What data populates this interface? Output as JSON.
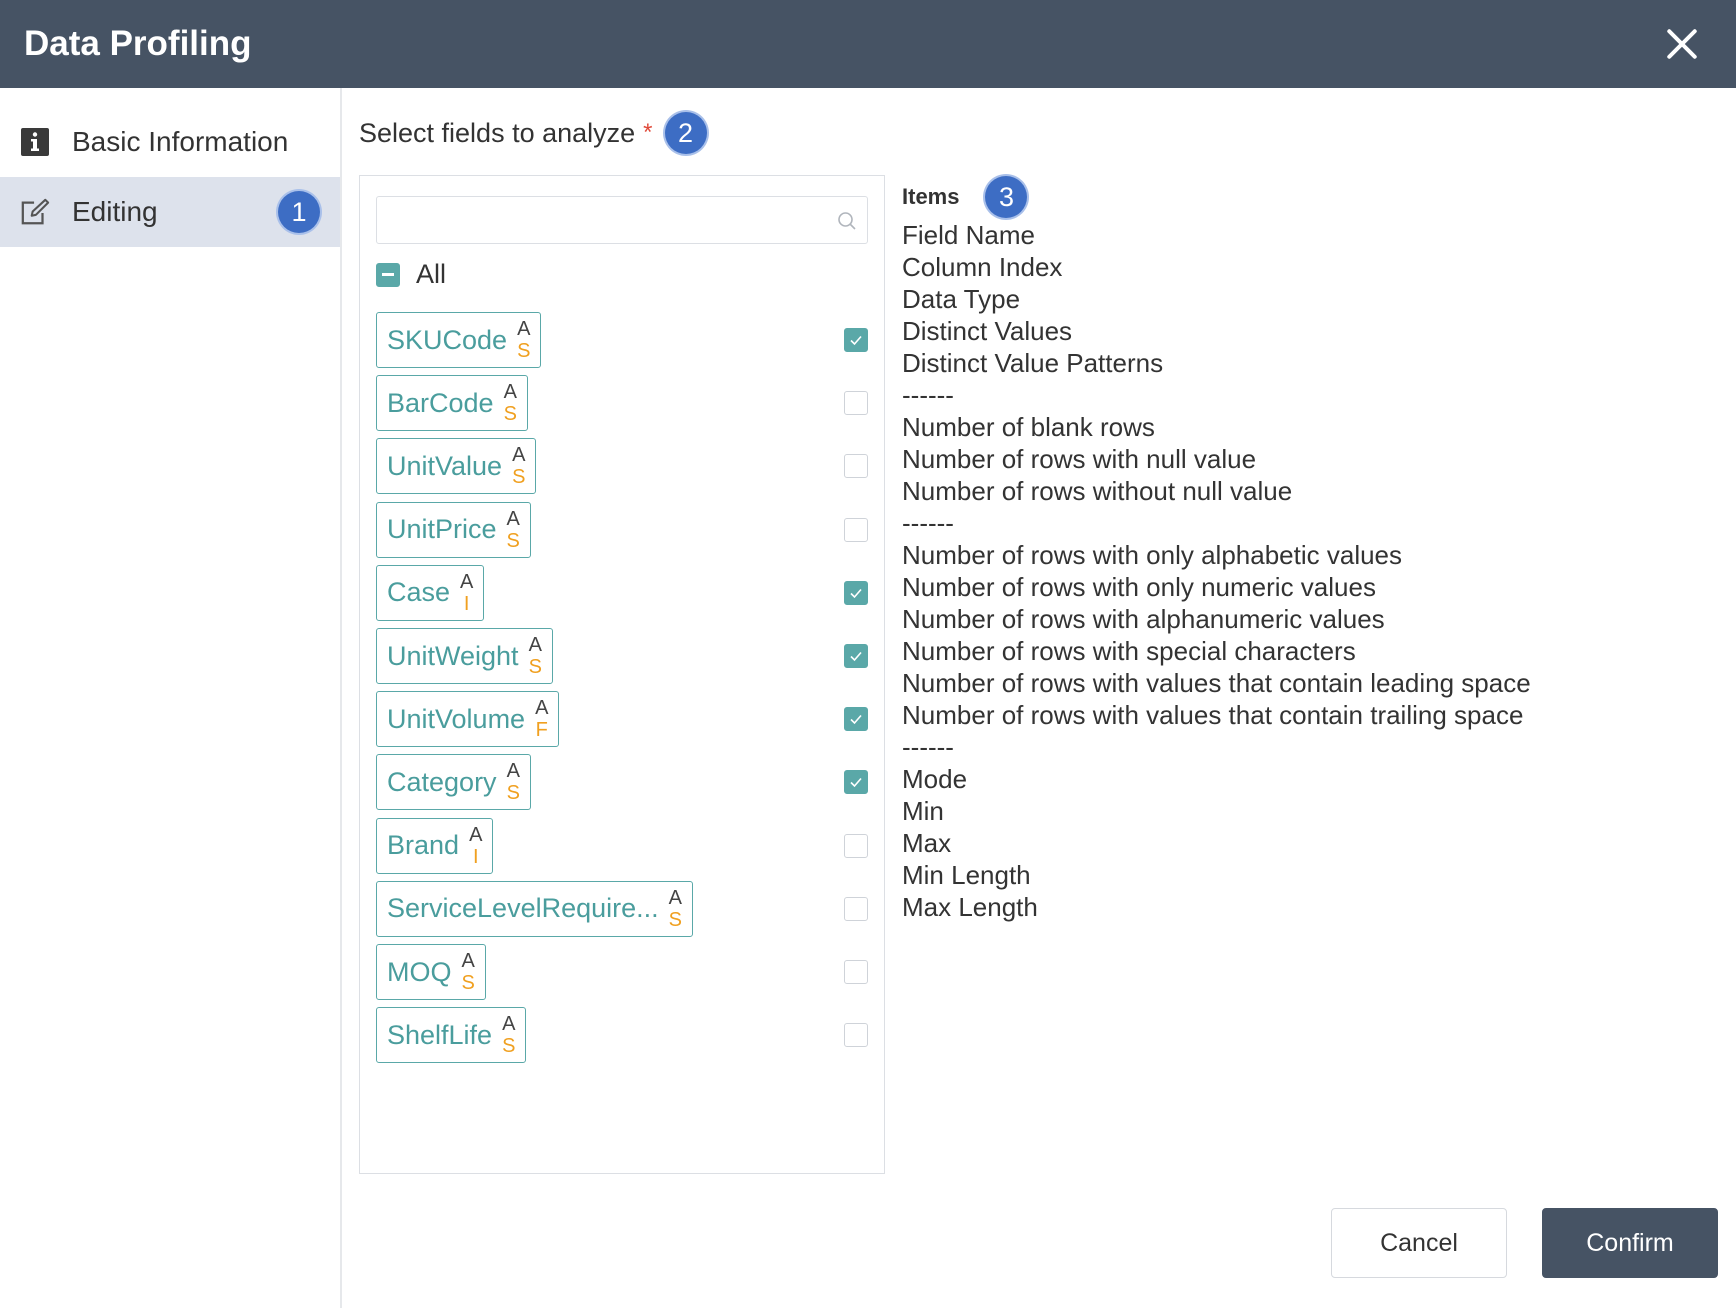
{
  "header": {
    "title": "Data Profiling"
  },
  "sidebar": {
    "items": [
      {
        "label": "Basic Information",
        "icon": "info-icon",
        "active": false
      },
      {
        "label": "Editing",
        "icon": "edit-icon",
        "active": true,
        "badge": "1"
      }
    ]
  },
  "main": {
    "title": "Select fields to analyze",
    "required_mark": "*",
    "badge": "2",
    "search": {
      "placeholder": "",
      "value": ""
    },
    "all_label": "All",
    "fields": [
      {
        "name": "SKUCode",
        "type_top": "A",
        "type_bottom": "S",
        "checked": true
      },
      {
        "name": "BarCode",
        "type_top": "A",
        "type_bottom": "S",
        "checked": false
      },
      {
        "name": "UnitValue",
        "type_top": "A",
        "type_bottom": "S",
        "checked": false
      },
      {
        "name": "UnitPrice",
        "type_top": "A",
        "type_bottom": "S",
        "checked": false
      },
      {
        "name": "Case",
        "type_top": "A",
        "type_bottom": "I",
        "checked": true
      },
      {
        "name": "UnitWeight",
        "type_top": "A",
        "type_bottom": "S",
        "checked": true
      },
      {
        "name": "UnitVolume",
        "type_top": "A",
        "type_bottom": "F",
        "checked": true
      },
      {
        "name": "Category",
        "type_top": "A",
        "type_bottom": "S",
        "checked": true
      },
      {
        "name": "Brand",
        "type_top": "A",
        "type_bottom": "I",
        "checked": false
      },
      {
        "name": "ServiceLevelRequire...",
        "type_top": "A",
        "type_bottom": "S",
        "checked": false
      },
      {
        "name": "MOQ",
        "type_top": "A",
        "type_bottom": "S",
        "checked": false
      },
      {
        "name": "ShelfLife",
        "type_top": "A",
        "type_bottom": "S",
        "checked": false
      }
    ]
  },
  "items": {
    "title": "Items",
    "badge": "3",
    "lines": [
      "Field Name",
      "Column Index",
      "Data Type",
      "Distinct Values",
      "Distinct Value Patterns",
      "------",
      "Number of blank rows",
      "Number of rows with null value",
      "Number of rows without null value",
      "------",
      "Number of rows with only alphabetic values",
      "Number of rows with only numeric values",
      "Number of rows with alphanumeric values",
      "Number of rows with special characters",
      "Number of rows with values that contain leading space",
      "Number of rows with values that contain trailing space",
      "------",
      "Mode",
      "Min",
      "Max",
      "Min Length",
      "Max Length"
    ]
  },
  "footer": {
    "cancel_label": "Cancel",
    "confirm_label": "Confirm"
  },
  "colors": {
    "header_bg": "#465364",
    "accent_teal": "#5aa8a8",
    "badge_blue": "#3d6dc4",
    "type_orange": "#f0a020",
    "active_nav_bg": "#dde2ec"
  }
}
